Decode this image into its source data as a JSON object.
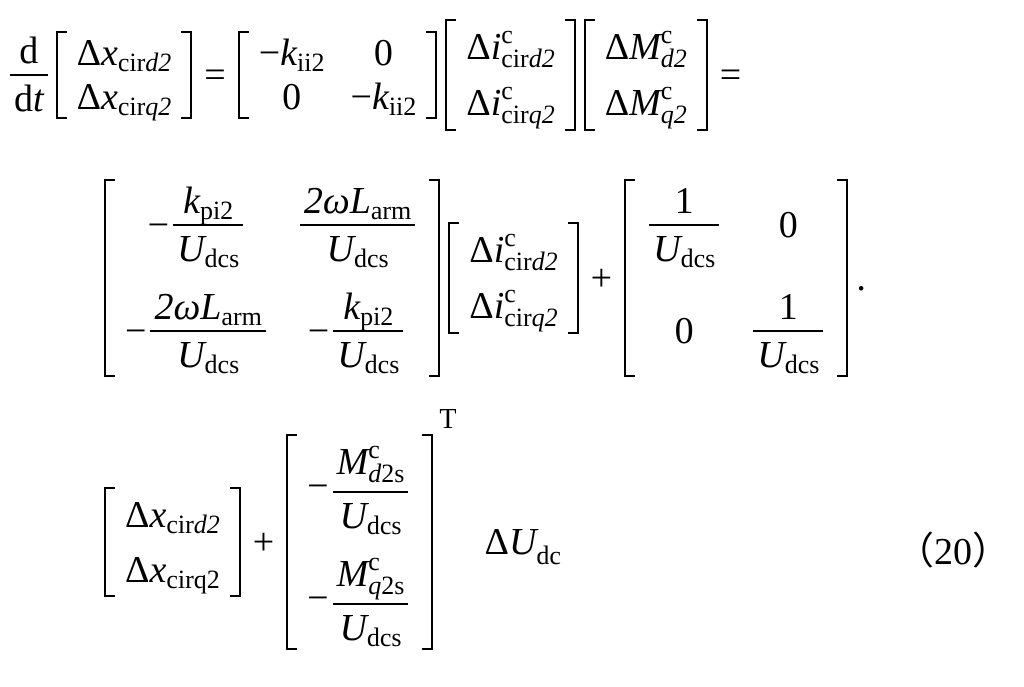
{
  "equation": {
    "number": "（20）",
    "deriv": {
      "num": "d",
      "den_d": "d",
      "den_t": "t"
    },
    "delta": "Δ",
    "minus": "−",
    "equals": "=",
    "plus": "+",
    "period": ".",
    "transpose": "T",
    "x": "x",
    "i": "i",
    "M": "M",
    "k": "k",
    "U": "U",
    "L": "L",
    "two_omega": "2ω",
    "zero": "0",
    "one": "1",
    "c": "c",
    "sub_cir": "cir",
    "sub_d2": "d2",
    "sub_q2": "q2",
    "sub_cirq2_upright": "cirq2",
    "sub_d": "d",
    "sub_q": "q",
    "sub_2": "2",
    "sub_2s": "2s",
    "sub_ii2": "ii2",
    "sub_pi2": "pi2",
    "sub_dcs": "dcs",
    "sub_arm": "arm",
    "sub_dc": "dc"
  }
}
